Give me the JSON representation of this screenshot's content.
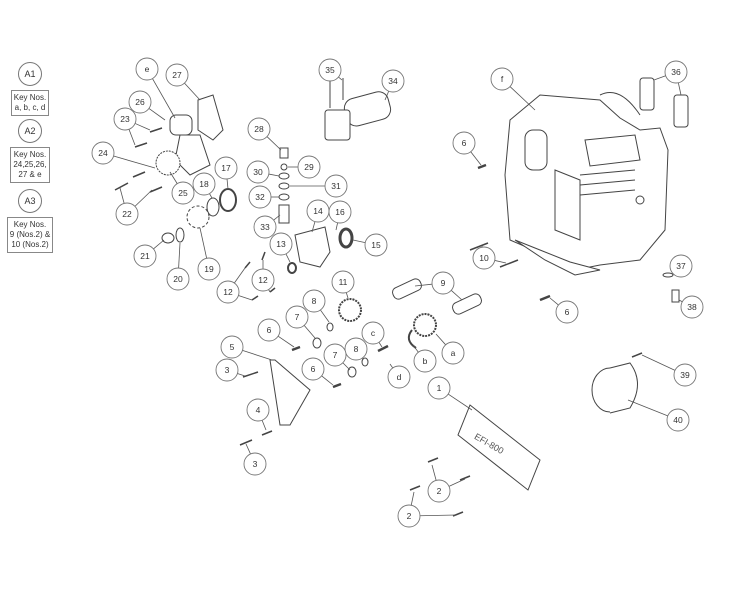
{
  "legend": [
    {
      "badge": "A1",
      "text": "Key Nos.\na, b, c, d"
    },
    {
      "badge": "A2",
      "text": "Key Nos.\n24,25,26,\n27 & e"
    },
    {
      "badge": "A3",
      "text": "Key Nos.\n9 (Nos.2) &\n10 (Nos.2)"
    }
  ],
  "callouts": [
    "e",
    "27",
    "26",
    "23",
    "24",
    "25",
    "22",
    "18",
    "17",
    "21",
    "20",
    "19",
    "35",
    "34",
    "28",
    "29",
    "30",
    "31",
    "32",
    "33",
    "14",
    "16",
    "15",
    "13",
    "12",
    "12",
    "11",
    "8",
    "7",
    "6",
    "5",
    "3",
    "6",
    "8",
    "7",
    "c",
    "b",
    "a",
    "d",
    "9",
    "10",
    "6",
    "f",
    "36",
    "6",
    "37",
    "38",
    "39",
    "40",
    "1",
    "4",
    "3",
    "2",
    "2"
  ],
  "plate_marking": "EFI-800",
  "colors": {
    "line": "#555555",
    "part": "#444444"
  }
}
